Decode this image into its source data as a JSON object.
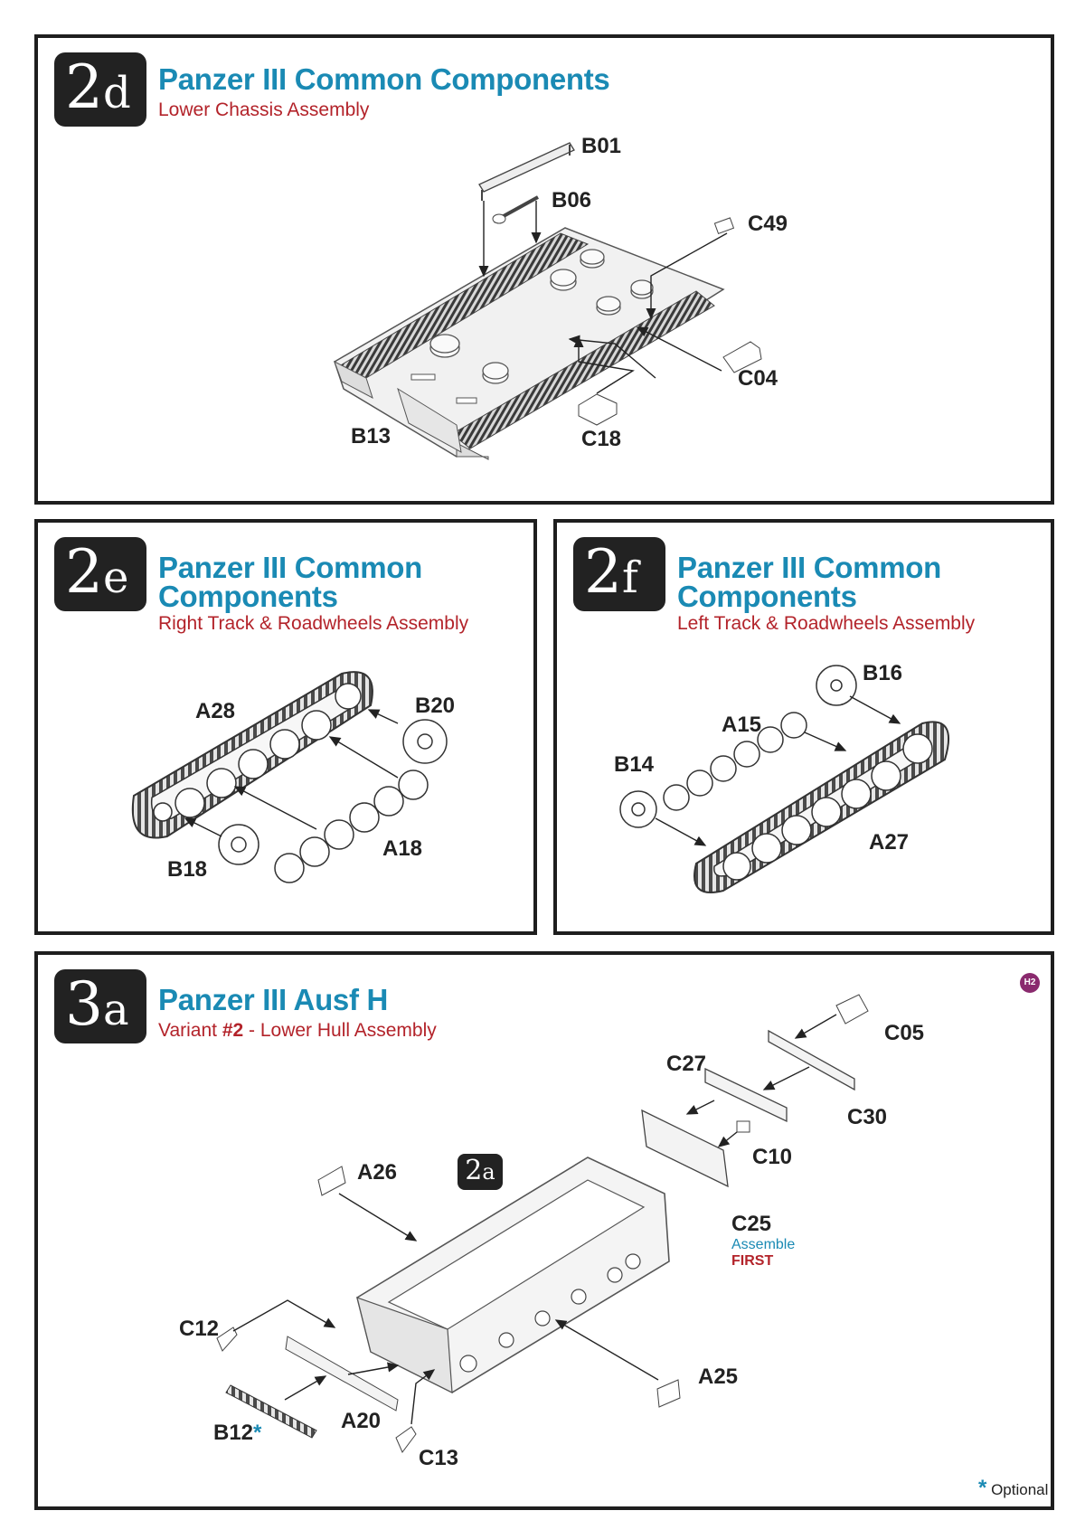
{
  "steps": [
    {
      "badge_num": "2",
      "badge_letter": "d",
      "title": "Panzer III Common Components",
      "subtitle": "Lower Chassis Assembly",
      "parts": [
        "B01",
        "B06",
        "C49",
        "C04",
        "B13",
        "C18"
      ]
    },
    {
      "badge_num": "2",
      "badge_letter": "e",
      "title_line1": "Panzer III Common",
      "title_line2": "Components",
      "subtitle": "Right Track & Roadwheels Assembly",
      "parts": [
        "A28",
        "B20",
        "A18",
        "B18"
      ]
    },
    {
      "badge_num": "2",
      "badge_letter": "f",
      "title_line1": "Panzer III Common",
      "title_line2": "Components",
      "subtitle": "Left Track & Roadwheels Assembly",
      "parts": [
        "B16",
        "A15",
        "B14",
        "A27"
      ]
    },
    {
      "badge_num": "3",
      "badge_letter": "a",
      "title": "Panzer III Ausf H",
      "subtitle_pre": "Variant ",
      "subtitle_bold": "#2",
      "subtitle_post": " - Lower Hull Assembly",
      "ref_badge_num": "2",
      "ref_badge_letter": "a",
      "marker": "H2",
      "parts": [
        "C05",
        "C27",
        "C30",
        "C10",
        "A26",
        "C25",
        "C12",
        "A25",
        "A20",
        "B12",
        "C13"
      ],
      "assemble_note": "Assemble",
      "first_note": "FIRST",
      "optional_star": "*",
      "optional_label": "Optional"
    }
  ]
}
